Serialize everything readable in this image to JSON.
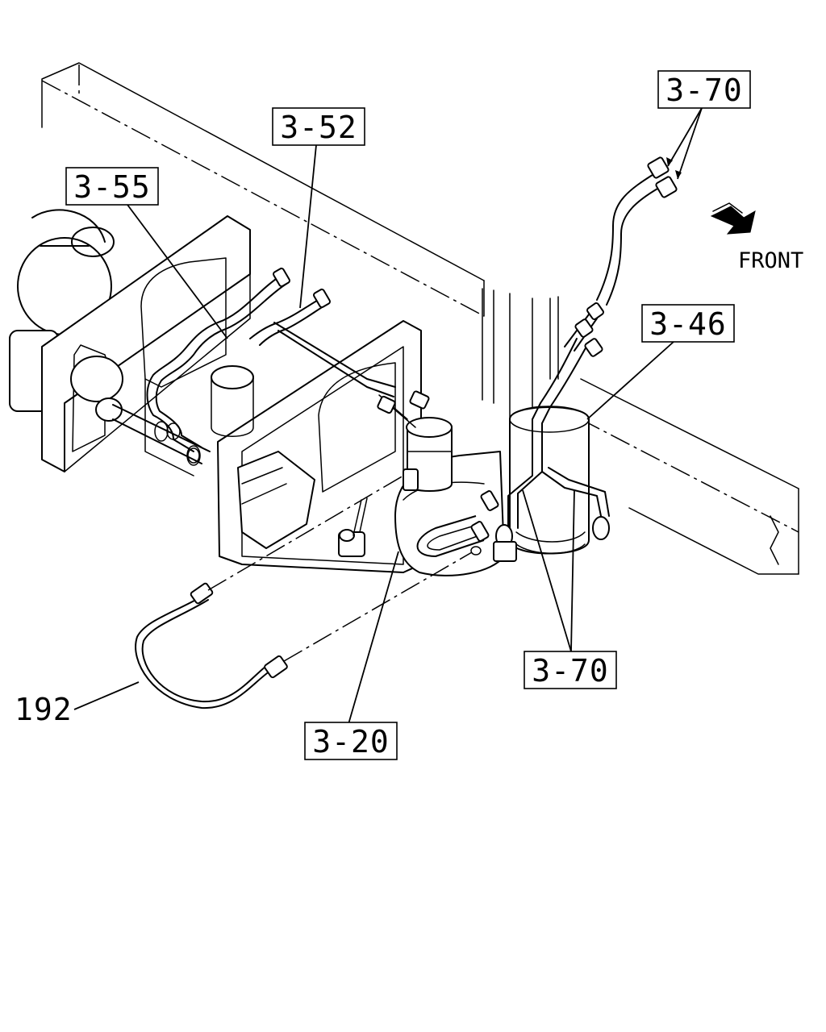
{
  "callouts": {
    "c_3_70_top": "3-70",
    "c_3_52": "3-52",
    "c_3_55": "3-55",
    "c_3_46": "3-46",
    "c_3_70_bottom": "3-70",
    "c_3_20": "3-20",
    "c_192": "192"
  },
  "orientation": {
    "front_label": "FRONT"
  },
  "colors": {
    "line": "#000000",
    "background": "#ffffff"
  }
}
